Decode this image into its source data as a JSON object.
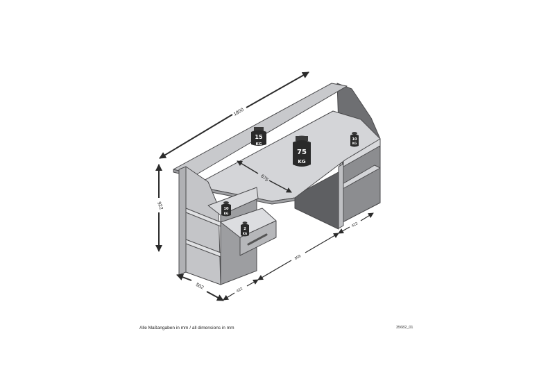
{
  "diagram": {
    "subject": "desk",
    "dimensions": {
      "width": "1800",
      "height": "922",
      "depth": "502",
      "desk_top_depth": "675",
      "left_module_width": "422",
      "middle_span": "856",
      "right_module_width": "422"
    },
    "weights": [
      {
        "id": "top-shelf",
        "value": "15",
        "unit": "KG"
      },
      {
        "id": "desk-top",
        "value": "75",
        "unit": "KG"
      },
      {
        "id": "right-shelf",
        "value": "10",
        "unit": "KG"
      },
      {
        "id": "left-shelf",
        "value": "10",
        "unit": "KG"
      },
      {
        "id": "drawer",
        "value": "2",
        "unit": "KG"
      }
    ]
  },
  "footer": {
    "note": "Alle Maßangaben in mm / all dimensions in mm",
    "code": "35682_01"
  },
  "colors": {
    "panel_light": "#d4d5d8",
    "panel_mid": "#a9aaad",
    "panel_dark": "#6e6f72",
    "edge": "#4a4a4c",
    "weight": "#2a2a2a",
    "arrow": "#2b2b2b"
  }
}
